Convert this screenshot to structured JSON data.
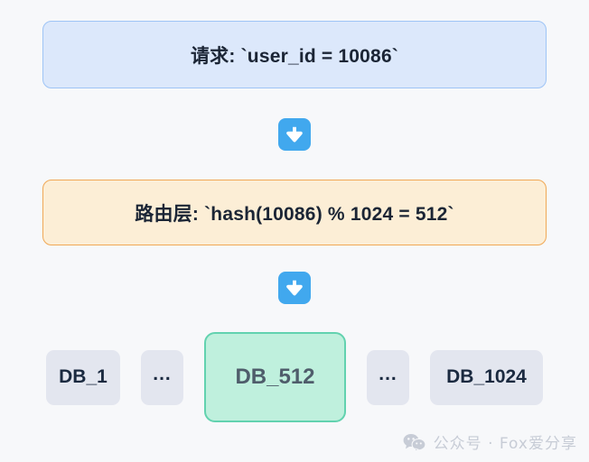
{
  "diagram": {
    "type": "flow",
    "background_color": "#f7f8fa",
    "stages": [
      {
        "id": "request",
        "label": "请求: `user_id = 10086`",
        "fill": "#dce8fb",
        "border": "#9ec4f6"
      },
      {
        "id": "router",
        "label": "路由层: `hash(10086) % 1024 = 512`",
        "fill": "#fceed6",
        "border": "#f0a855"
      }
    ],
    "connectors": [
      {
        "id": "arrow-1",
        "icon": "arrow-down-icon",
        "color": "#41a8ee"
      },
      {
        "id": "arrow-2",
        "icon": "arrow-down-icon",
        "color": "#41a8ee"
      }
    ],
    "shards": [
      {
        "id": "db-1",
        "label": "DB_1",
        "highlighted": false,
        "fill": "#e3e6ef"
      },
      {
        "id": "ellipsis-1",
        "label": "...",
        "highlighted": false,
        "fill": "#e3e6ef"
      },
      {
        "id": "db-512",
        "label": "DB_512",
        "highlighted": true,
        "fill": "#bff0dd",
        "border": "#62d2af"
      },
      {
        "id": "ellipsis-2",
        "label": "...",
        "highlighted": false,
        "fill": "#e3e6ef"
      },
      {
        "id": "db-1024",
        "label": "DB_1024",
        "highlighted": false,
        "fill": "#e3e6ef"
      }
    ]
  },
  "watermark": {
    "icon": "wechat-icon",
    "text": "公众号 · Fox爱分享",
    "color": "#c7ccd6"
  }
}
